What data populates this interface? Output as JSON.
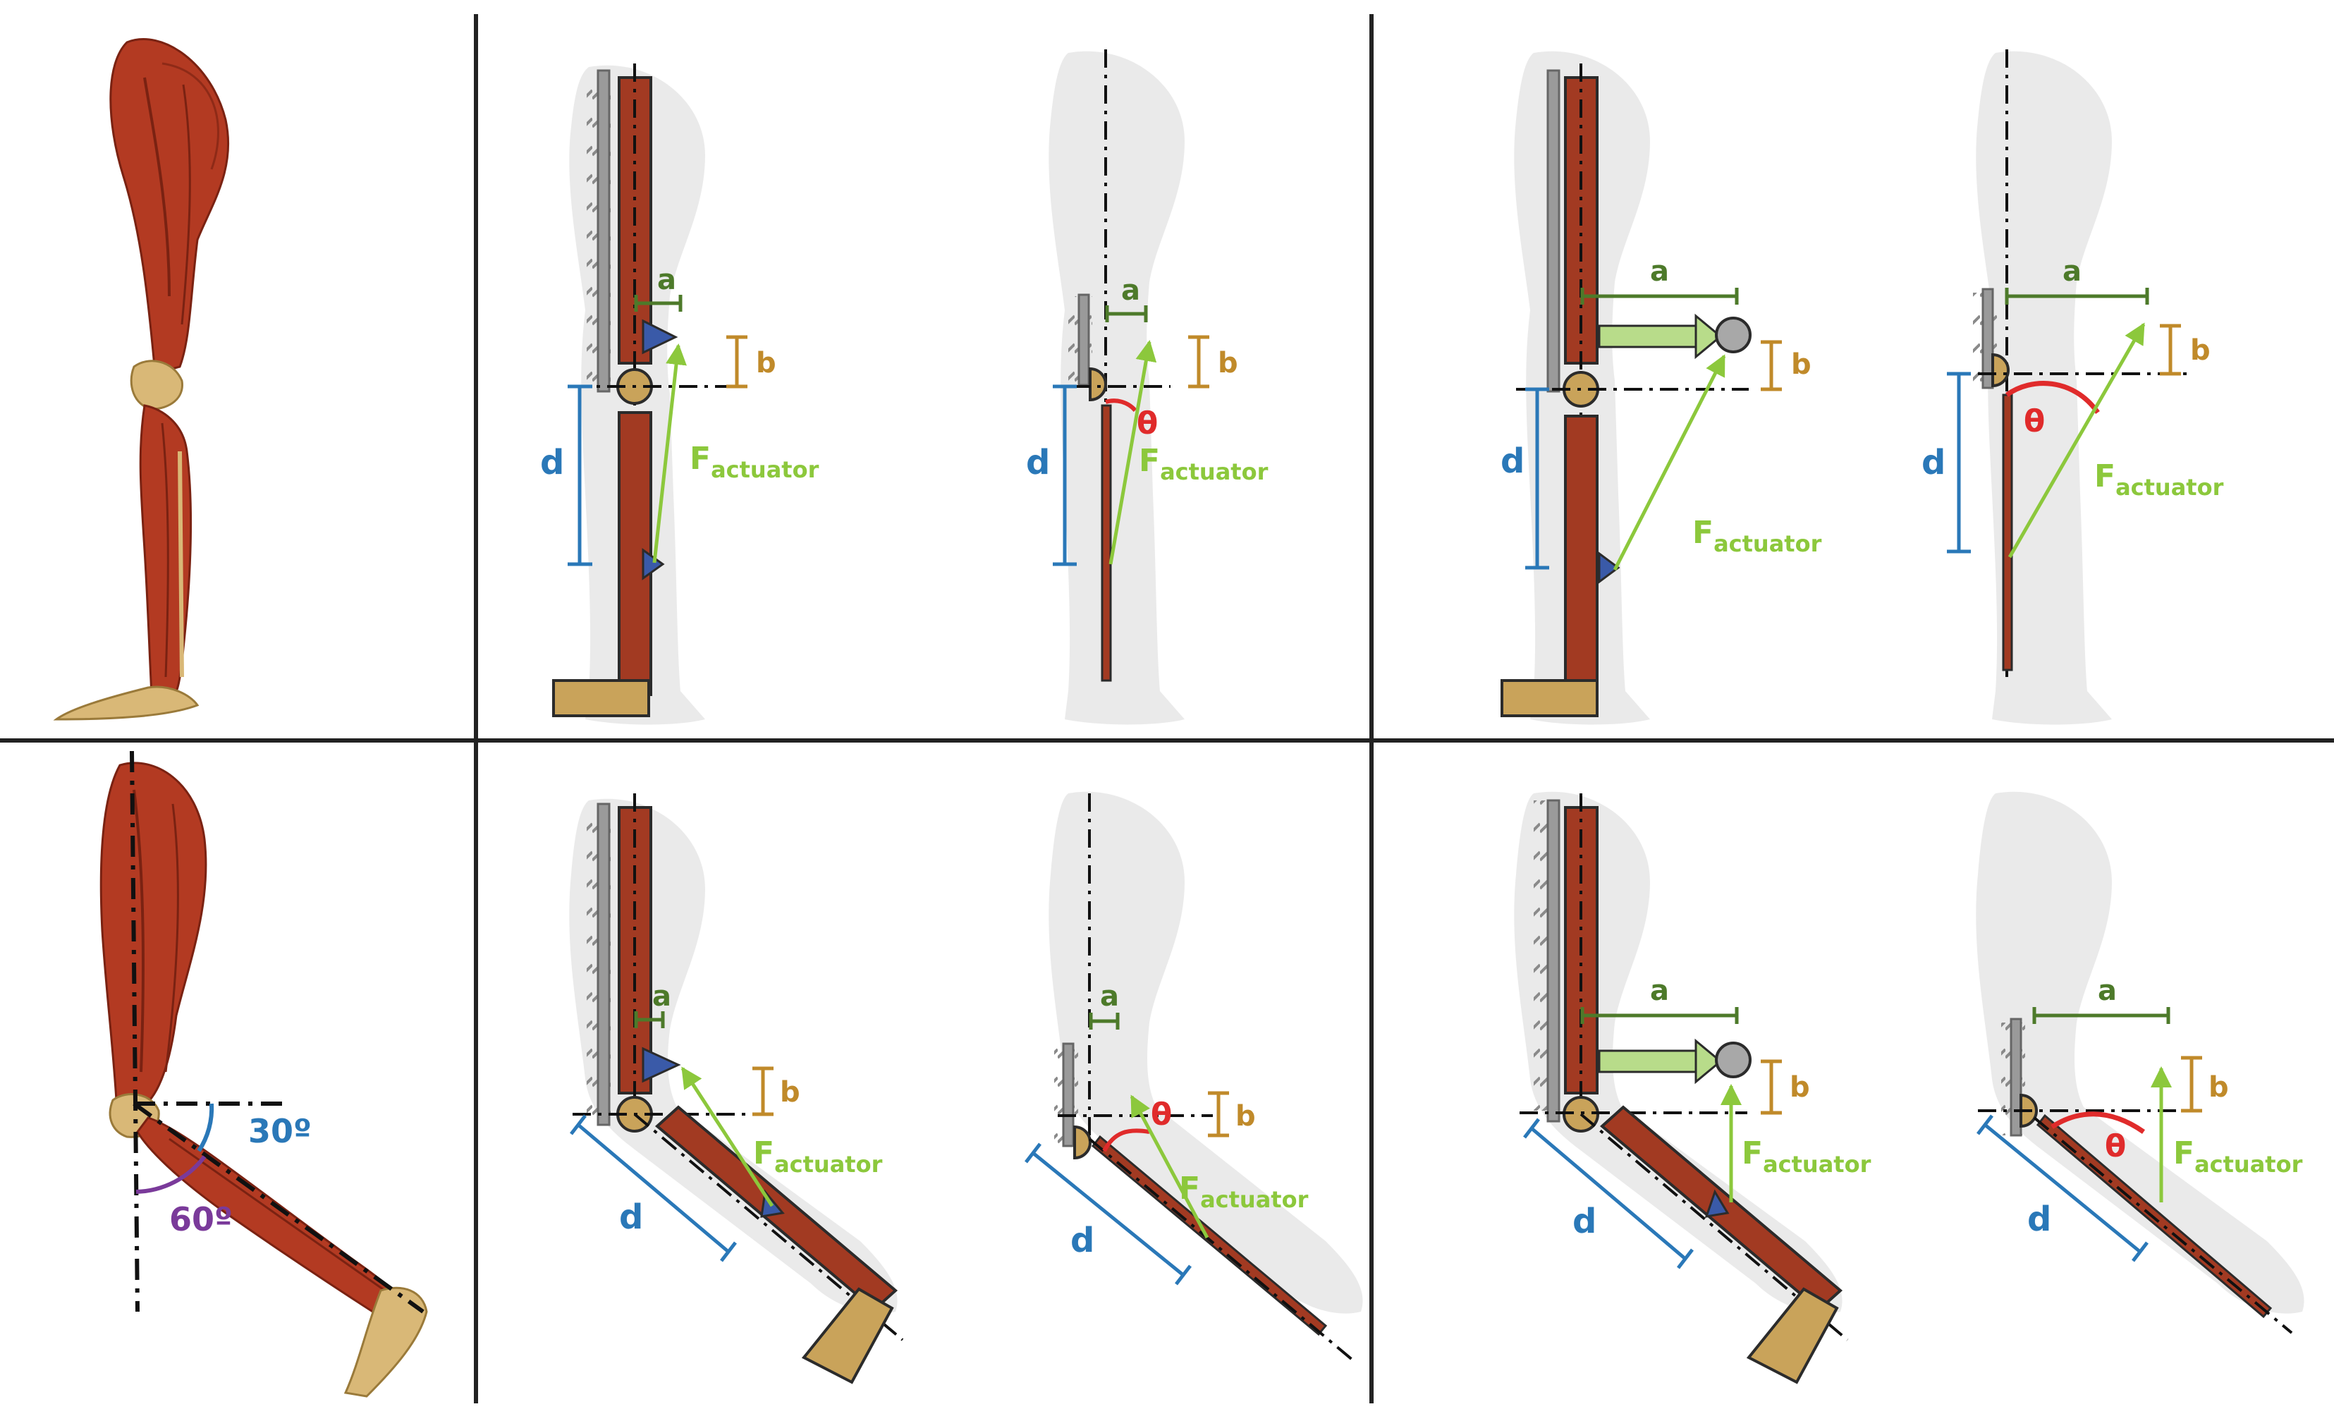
{
  "labels": {
    "a": "a",
    "b": "b",
    "d": "d",
    "theta": "θ",
    "force_main": "F",
    "force_sub": "actuator",
    "angle_30": "30º",
    "angle_60": "60º"
  },
  "colors": {
    "background": "#ffffff",
    "divider": "#222222",
    "muscle": "#b33a22",
    "muscle_dark": "#7a2212",
    "bone": "#d9b877",
    "ghost_leg": "#d8d8d8",
    "link_fill": "#a23a22",
    "link_stroke": "#2b2b2b",
    "foot_plate": "#c9a35a",
    "joint": "#c9a35a",
    "wall_bar": "#9a9a9a",
    "hatch": "#8a8a8a",
    "dimension_a": "#4d7a2a",
    "dimension_b": "#c08a2a",
    "dimension_d": "#2a78b8",
    "force_arrow": "#8cc83c",
    "theta": "#e02b2b",
    "anchor_triangle": "#3a5aa8",
    "pulley": "#a8a8a8",
    "angle_30": "#2a78b8",
    "angle_60": "#7a3a9a"
  },
  "icons": {
    "anchor": "triangle-anchor-icon",
    "pulley": "pulley-disk-icon",
    "joint": "knee-joint-icon"
  }
}
